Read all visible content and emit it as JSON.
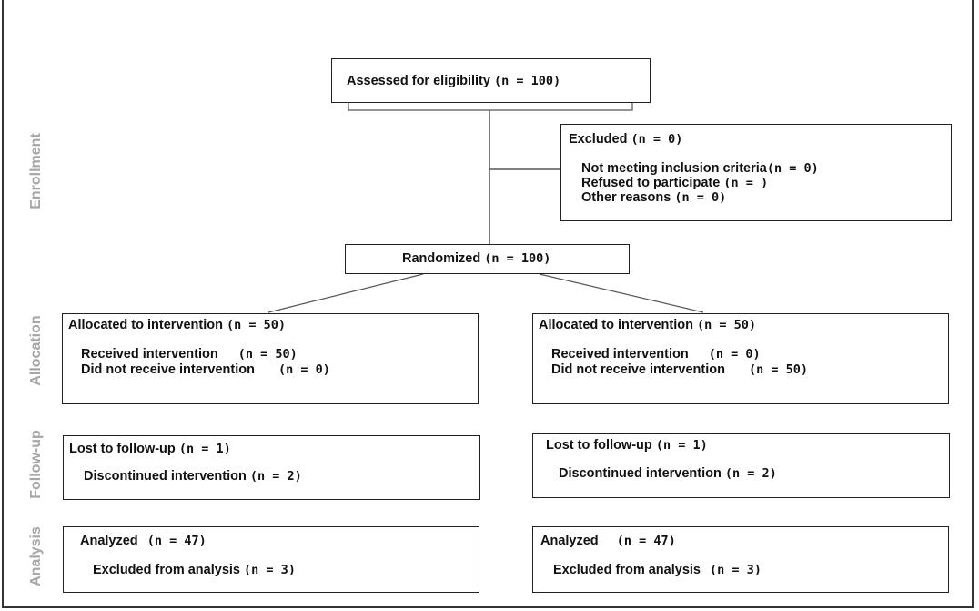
{
  "stages": {
    "enrollment": "Enrollment",
    "allocation": "Allocation",
    "follow_up": "Follow-up",
    "analysis": "Analysis"
  },
  "assessed": {
    "label": "Assessed for eligibility",
    "count": "(n = 100)"
  },
  "excluded": {
    "title": "Excluded",
    "count": "(n = 0)",
    "reasons": [
      {
        "label": "Not meeting inclusion criteria",
        "count": "(n = 0)"
      },
      {
        "label": "Refused to participate",
        "count": "(n = )"
      },
      {
        "label": "Other reasons",
        "count": "(n = 0)"
      }
    ]
  },
  "randomized": {
    "label": "Randomized",
    "count": "(n = 100)"
  },
  "arms": [
    {
      "allocation": {
        "title": "Allocated to intervention",
        "count": "(n = 50)",
        "received": {
          "label": "Received intervention",
          "count": "(n = 50)"
        },
        "not_received": {
          "label": "Did not receive intervention",
          "count": "(n = 0)"
        }
      },
      "follow_up": {
        "lost": {
          "label": "Lost to follow-up",
          "count": "(n = 1)"
        },
        "discontinued": {
          "label": "Discontinued intervention",
          "count": "(n = 2)"
        }
      },
      "analysis": {
        "analyzed": {
          "label": "Analyzed",
          "count": "(n = 47)"
        },
        "excluded": {
          "label": "Excluded from analysis",
          "count": "(n = 3)"
        }
      }
    },
    {
      "allocation": {
        "title": "Allocated to intervention",
        "count": "(n = 50)",
        "received": {
          "label": "Received intervention",
          "count": "(n = 0)"
        },
        "not_received": {
          "label": "Did not receive intervention",
          "count": "(n = 50)"
        }
      },
      "follow_up": {
        "lost": {
          "label": "Lost to follow-up",
          "count": "(n = 1)"
        },
        "discontinued": {
          "label": "Discontinued intervention",
          "count": "(n = 2)"
        }
      },
      "analysis": {
        "analyzed": {
          "label": "Analyzed",
          "count": "(n = 47)"
        },
        "excluded": {
          "label": "Excluded from analysis",
          "count": "(n = 3)"
        }
      }
    }
  ]
}
